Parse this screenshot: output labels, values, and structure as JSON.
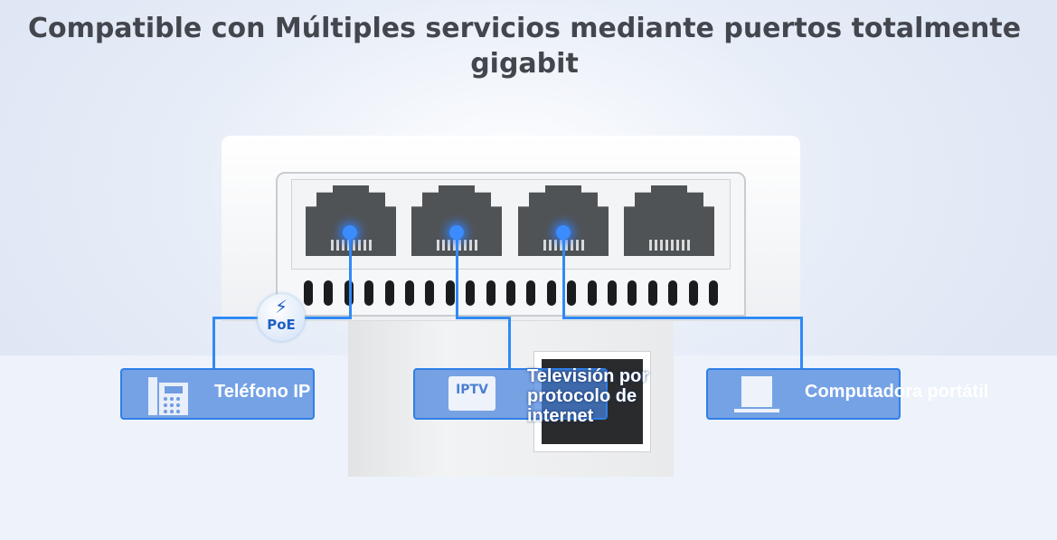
{
  "title": "Compatible con Múltiples servicios mediante puertos totalmente gigabit",
  "badge": {
    "label": "PoE",
    "icon": "lightning-icon"
  },
  "services": [
    {
      "label": "Teléfono IP",
      "icon": "phone-icon"
    },
    {
      "label": "Televisión por protocolo de internet",
      "icon": "tv-icon",
      "icon_text": "IPTV"
    },
    {
      "label": "Computadora portátil",
      "icon": "laptop-icon"
    }
  ],
  "colors": {
    "accent": "#2f8af5",
    "title": "#43464d"
  }
}
